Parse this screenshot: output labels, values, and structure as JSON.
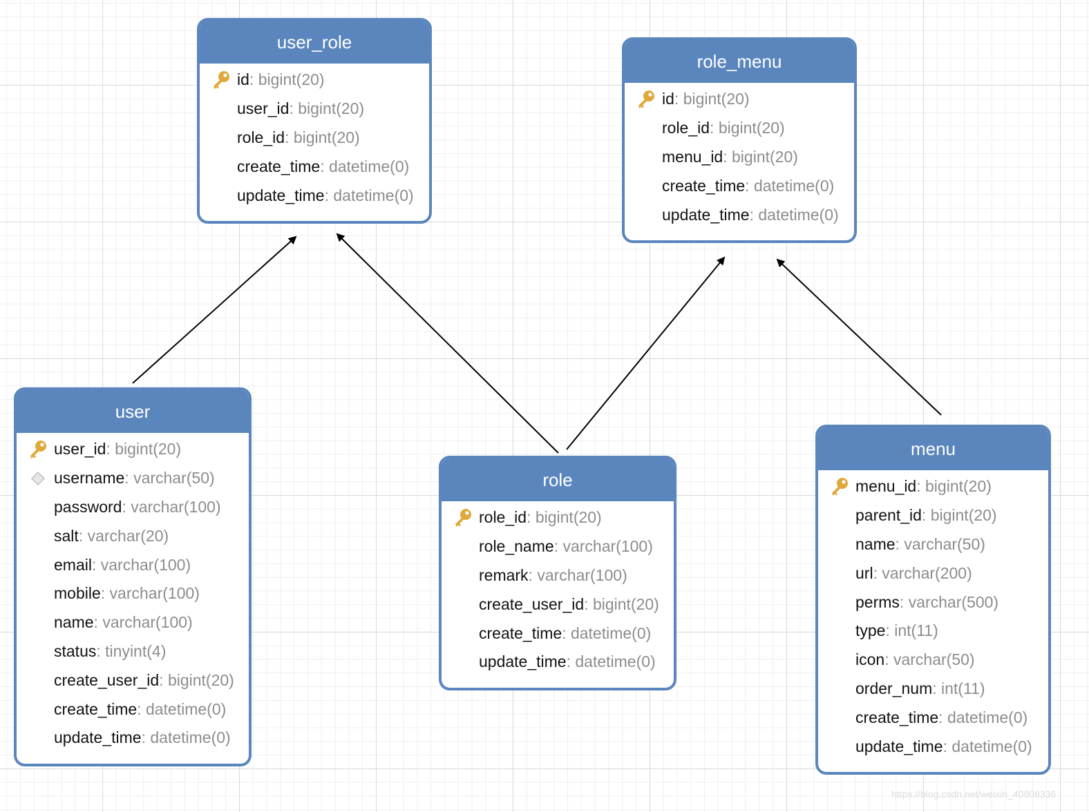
{
  "colors": {
    "header": "#5a86bd",
    "border": "#5a86bd",
    "key_icon": "#e0a83a",
    "index_icon": "#bfbfbf",
    "type_text": "#8c8c8c",
    "name_text": "#111111"
  },
  "tables": [
    {
      "name": "user_role",
      "fields": [
        {
          "name": "id",
          "type": "bigint(20)",
          "icon": "key-icon"
        },
        {
          "name": "user_id",
          "type": "bigint(20)",
          "icon": ""
        },
        {
          "name": "role_id",
          "type": "bigint(20)",
          "icon": ""
        },
        {
          "name": "create_time",
          "type": "datetime(0)",
          "icon": ""
        },
        {
          "name": "update_time",
          "type": "datetime(0)",
          "icon": ""
        }
      ]
    },
    {
      "name": "role_menu",
      "fields": [
        {
          "name": "id",
          "type": "bigint(20)",
          "icon": "key-icon"
        },
        {
          "name": "role_id",
          "type": "bigint(20)",
          "icon": ""
        },
        {
          "name": "menu_id",
          "type": "bigint(20)",
          "icon": ""
        },
        {
          "name": "create_time",
          "type": "datetime(0)",
          "icon": ""
        },
        {
          "name": "update_time",
          "type": "datetime(0)",
          "icon": ""
        }
      ]
    },
    {
      "name": "user",
      "fields": [
        {
          "name": "user_id",
          "type": "bigint(20)",
          "icon": "key-icon"
        },
        {
          "name": "username",
          "type": "varchar(50)",
          "icon": "index-icon"
        },
        {
          "name": "password",
          "type": "varchar(100)",
          "icon": ""
        },
        {
          "name": "salt",
          "type": "varchar(20)",
          "icon": ""
        },
        {
          "name": "email",
          "type": "varchar(100)",
          "icon": ""
        },
        {
          "name": "mobile",
          "type": "varchar(100)",
          "icon": ""
        },
        {
          "name": "name",
          "type": "varchar(100)",
          "icon": ""
        },
        {
          "name": "status",
          "type": "tinyint(4)",
          "icon": ""
        },
        {
          "name": "create_user_id",
          "type": "bigint(20)",
          "icon": ""
        },
        {
          "name": "create_time",
          "type": "datetime(0)",
          "icon": ""
        },
        {
          "name": "update_time",
          "type": "datetime(0)",
          "icon": ""
        }
      ]
    },
    {
      "name": "role",
      "fields": [
        {
          "name": "role_id",
          "type": "bigint(20)",
          "icon": "key-icon"
        },
        {
          "name": "role_name",
          "type": "varchar(100)",
          "icon": ""
        },
        {
          "name": "remark",
          "type": "varchar(100)",
          "icon": ""
        },
        {
          "name": "create_user_id",
          "type": "bigint(20)",
          "icon": ""
        },
        {
          "name": "create_time",
          "type": "datetime(0)",
          "icon": ""
        },
        {
          "name": "update_time",
          "type": "datetime(0)",
          "icon": ""
        }
      ]
    },
    {
      "name": "menu",
      "fields": [
        {
          "name": "menu_id",
          "type": "bigint(20)",
          "icon": "key-icon"
        },
        {
          "name": "parent_id",
          "type": "bigint(20)",
          "icon": ""
        },
        {
          "name": "name",
          "type": "varchar(50)",
          "icon": ""
        },
        {
          "name": "url",
          "type": "varchar(200)",
          "icon": ""
        },
        {
          "name": "perms",
          "type": "varchar(500)",
          "icon": ""
        },
        {
          "name": "type",
          "type": "int(11)",
          "icon": ""
        },
        {
          "name": "icon",
          "type": "varchar(50)",
          "icon": ""
        },
        {
          "name": "order_num",
          "type": "int(11)",
          "icon": ""
        },
        {
          "name": "create_time",
          "type": "datetime(0)",
          "icon": ""
        },
        {
          "name": "update_time",
          "type": "datetime(0)",
          "icon": ""
        }
      ]
    }
  ],
  "relations": [
    {
      "from": "user",
      "to": "user_role"
    },
    {
      "from": "role",
      "to": "user_role"
    },
    {
      "from": "role",
      "to": "role_menu"
    },
    {
      "from": "menu",
      "to": "role_menu"
    }
  ],
  "watermark": "https://blog.csdn.net/weixin_40808336"
}
